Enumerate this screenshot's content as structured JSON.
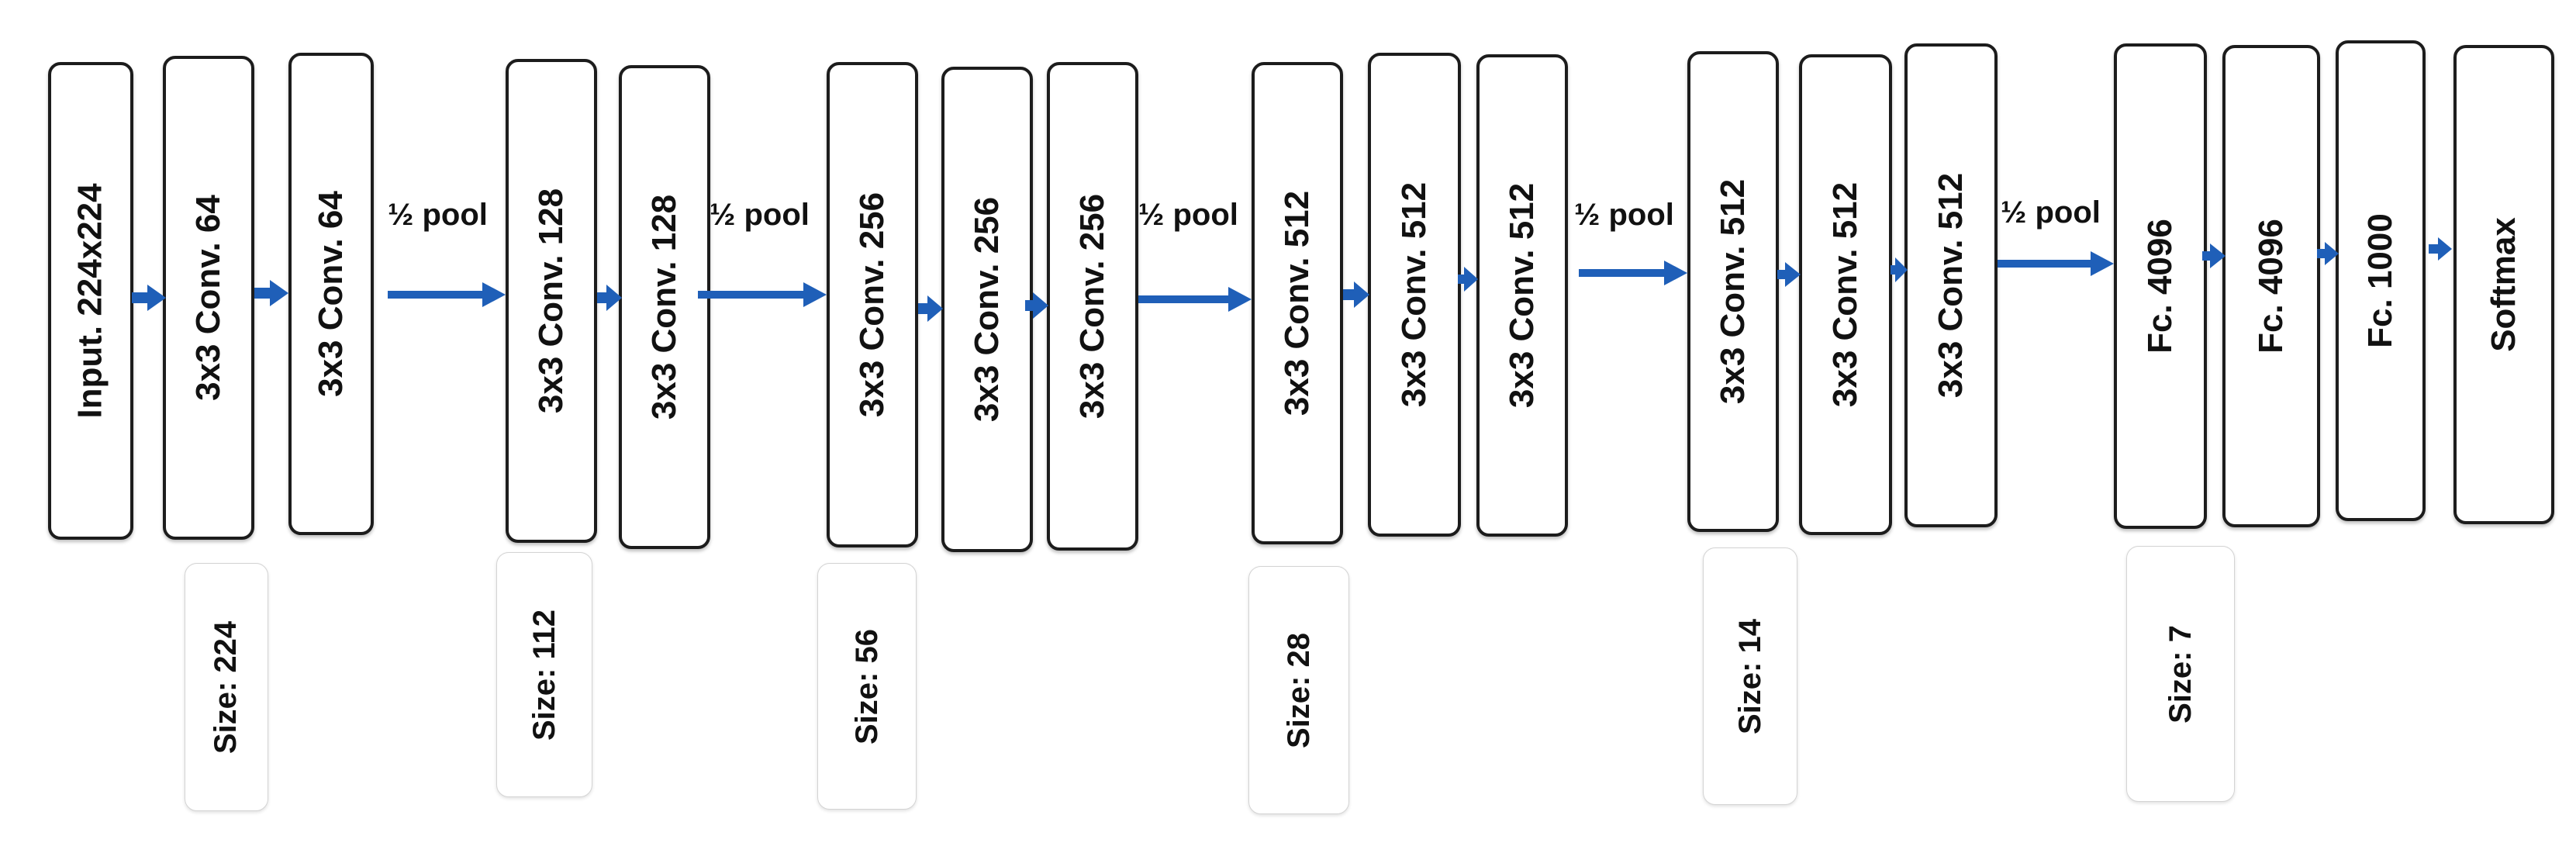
{
  "diagram": {
    "layers": [
      {
        "id": "input",
        "label": "Input. 224x224"
      },
      {
        "id": "conv1-1",
        "label": "3x3 Conv. 64"
      },
      {
        "id": "conv1-2",
        "label": "3x3 Conv. 64"
      },
      {
        "id": "conv2-1",
        "label": "3x3 Conv. 128"
      },
      {
        "id": "conv2-2",
        "label": "3x3 Conv. 128"
      },
      {
        "id": "conv3-1",
        "label": "3x3 Conv. 256"
      },
      {
        "id": "conv3-2",
        "label": "3x3 Conv. 256"
      },
      {
        "id": "conv3-3",
        "label": "3x3 Conv. 256"
      },
      {
        "id": "conv4-1",
        "label": "3x3 Conv. 512"
      },
      {
        "id": "conv4-2",
        "label": "3x3 Conv. 512"
      },
      {
        "id": "conv4-3",
        "label": "3x3 Conv. 512"
      },
      {
        "id": "conv5-1",
        "label": "3x3 Conv. 512"
      },
      {
        "id": "conv5-2",
        "label": "3x3 Conv. 512"
      },
      {
        "id": "conv5-3",
        "label": "3x3 Conv. 512"
      },
      {
        "id": "fc1",
        "label": "Fc. 4096"
      },
      {
        "id": "fc2",
        "label": "Fc. 4096"
      },
      {
        "id": "fc3",
        "label": "Fc. 1000"
      },
      {
        "id": "softmax",
        "label": "Softmax"
      }
    ],
    "pool_label": "½ pool",
    "sizes": [
      "Size: 224",
      "Size: 112",
      "Size: 56",
      "Size: 28",
      "Size: 14",
      "Size: 7"
    ],
    "colors": {
      "arrow": "#1f5fb8",
      "border": "#1c1c1c"
    }
  }
}
